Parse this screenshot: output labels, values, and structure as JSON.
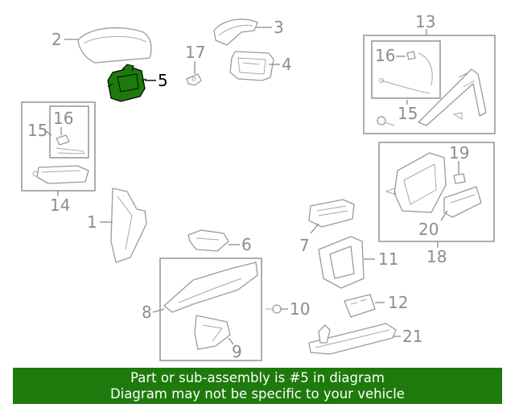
{
  "callouts": {
    "c1": "1",
    "c2": "2",
    "c3": "3",
    "c4": "4",
    "c5": "5",
    "c6": "6",
    "c7": "7",
    "c8": "8",
    "c9": "9",
    "c10": "10",
    "c11": "11",
    "c12": "12",
    "c13": "13",
    "c14": "14",
    "c15a": "15",
    "c15b": "15",
    "c16a": "16",
    "c16b": "16",
    "c17": "17",
    "c18": "18",
    "c19": "19",
    "c20": "20",
    "c21": "21"
  },
  "highlighted_part": "5",
  "colors": {
    "highlight": "#1e7a0c",
    "banner": "#1e7a0c",
    "line": "#9a9a9a",
    "label": "#8c8c8c"
  },
  "banner": {
    "line1": "Part or sub-assembly is #5 in diagram",
    "line2": "Diagram may not be specific to your vehicle"
  }
}
